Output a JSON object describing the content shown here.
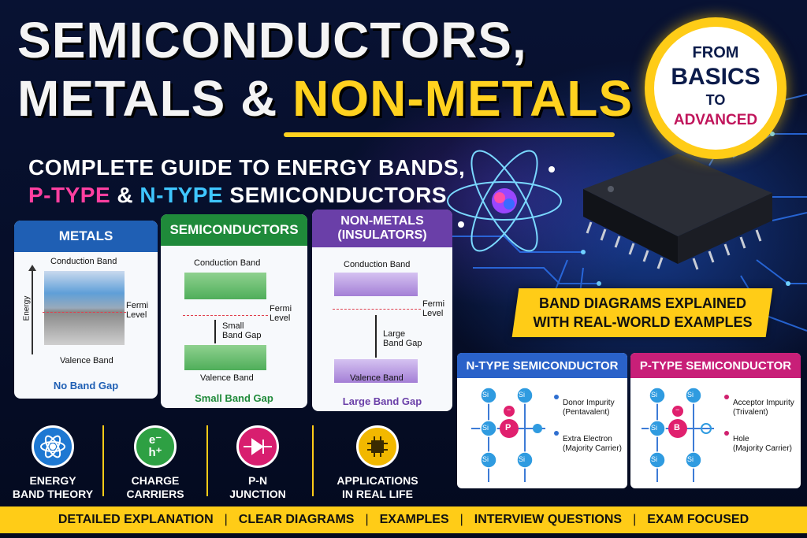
{
  "title": {
    "line1": "SEMICONDUCTORS,",
    "line2_white": "METALS & ",
    "line2_yellow": "NON-METALS"
  },
  "subtitle": {
    "line1": "COMPLETE GUIDE TO ENERGY BANDS,",
    "p_type": "P-TYPE",
    "amp": " & ",
    "n_type": "N-TYPE",
    "rest": " SEMICONDUCTORS"
  },
  "badge": {
    "l1": "FROM",
    "l2": "BASICS",
    "l3": "TO",
    "l4": "ADVANCED"
  },
  "cards": {
    "metals": {
      "title": "METALS",
      "conduction": "Conduction Band",
      "valence": "Valence Band",
      "energy": "Energy",
      "fermi1": "Fermi",
      "fermi2": "Level",
      "gap": "No Band Gap"
    },
    "semi": {
      "title": "SEMICONDUCTORS",
      "conduction": "Conduction Band",
      "valence": "Valence Band",
      "fermi1": "Fermi",
      "fermi2": "Level",
      "small1": "Small",
      "small2": "Band Gap",
      "gap": "Small Band Gap"
    },
    "non": {
      "title1": "NON-METALS",
      "title2": "(INSULATORS)",
      "conduction": "Conduction Band",
      "valence": "Valence Band",
      "fermi1": "Fermi",
      "fermi2": "Level",
      "large1": "Large",
      "large2": "Band Gap",
      "gap": "Large Band Gap"
    }
  },
  "banner": {
    "l1": "BAND DIAGRAMS EXPLAINED",
    "l2": "WITH REAL-WORLD EXAMPLES"
  },
  "ntype": {
    "title": "N-TYPE SEMICONDUCTOR",
    "atom": "Si",
    "dopant": "P",
    "minus": "−",
    "i1a": "Donor Impurity",
    "i1b": "(Pentavalent)",
    "i2a": "Extra Electron",
    "i2b": "(Majority Carrier)"
  },
  "ptype": {
    "title": "P-TYPE SEMICONDUCTOR",
    "atom": "Si",
    "dopant": "B",
    "minus": "−",
    "i1a": "Acceptor Impurity",
    "i1b": "(Trivalent)",
    "i2a": "Hole",
    "i2b": "(Majority Carrier)"
  },
  "features": [
    {
      "l1": "ENERGY",
      "l2": "BAND THEORY"
    },
    {
      "l1": "CHARGE",
      "l2": "CARRIERS",
      "glyph_e": "e⁻",
      "glyph_h": "h⁺"
    },
    {
      "l1": "P-N",
      "l2": "JUNCTION"
    },
    {
      "l1": "APPLICATIONS",
      "l2": "IN REAL LIFE"
    }
  ],
  "bottom": [
    "DETAILED EXPLANATION",
    "CLEAR DIAGRAMS",
    "EXAMPLES",
    "INTERVIEW QUESTIONS",
    "EXAM FOCUSED"
  ],
  "bottom_sep": "|",
  "colors": {
    "yellow": "#ffd21f",
    "metals": "#1f5fb4",
    "semi": "#1f8a3a",
    "non": "#6a3fa8",
    "ntype": "#2a62c9",
    "ptype": "#c81f78"
  }
}
